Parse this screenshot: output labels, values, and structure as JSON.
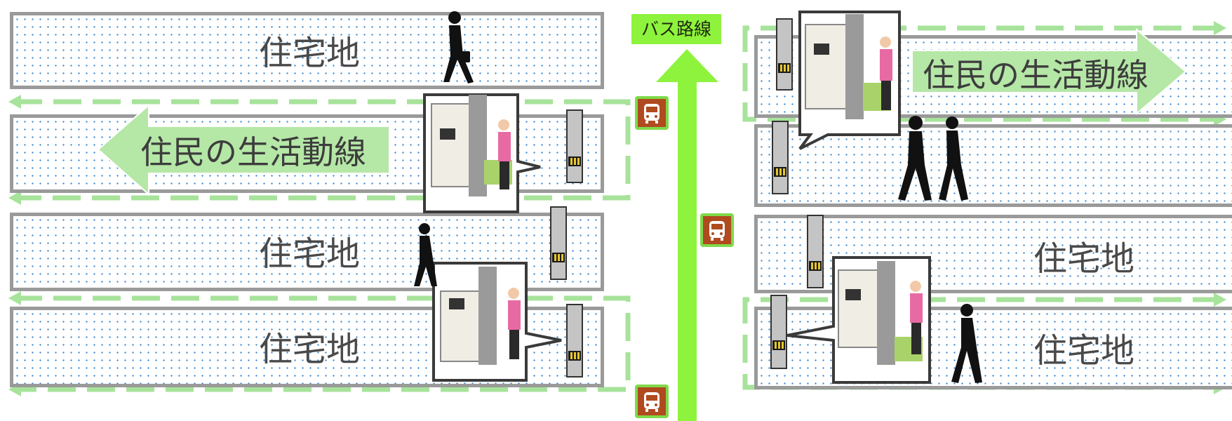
{
  "bus_route_label": "バス路線",
  "left_blocks": [
    {
      "label": "住宅地"
    },
    {
      "label": "住民の生活動線"
    },
    {
      "label": "住宅地"
    },
    {
      "label": "住宅地"
    }
  ],
  "right_blocks": [
    {
      "label": "住民の生活動線"
    },
    {
      "label": ""
    },
    {
      "label": "住宅地"
    },
    {
      "label": "住宅地"
    }
  ],
  "colors": {
    "route_green": "#8ef33c",
    "dashed_line": "#a7e39b",
    "block_border": "#9a9a9a",
    "bus_stop_sign": "#b04a1f",
    "dots": "#3f8ed6"
  },
  "icons": [
    "bus-icon",
    "pedestrian-icon",
    "ticket-machine-icon",
    "bus-stop-pole-icon",
    "arrow-icon"
  ]
}
